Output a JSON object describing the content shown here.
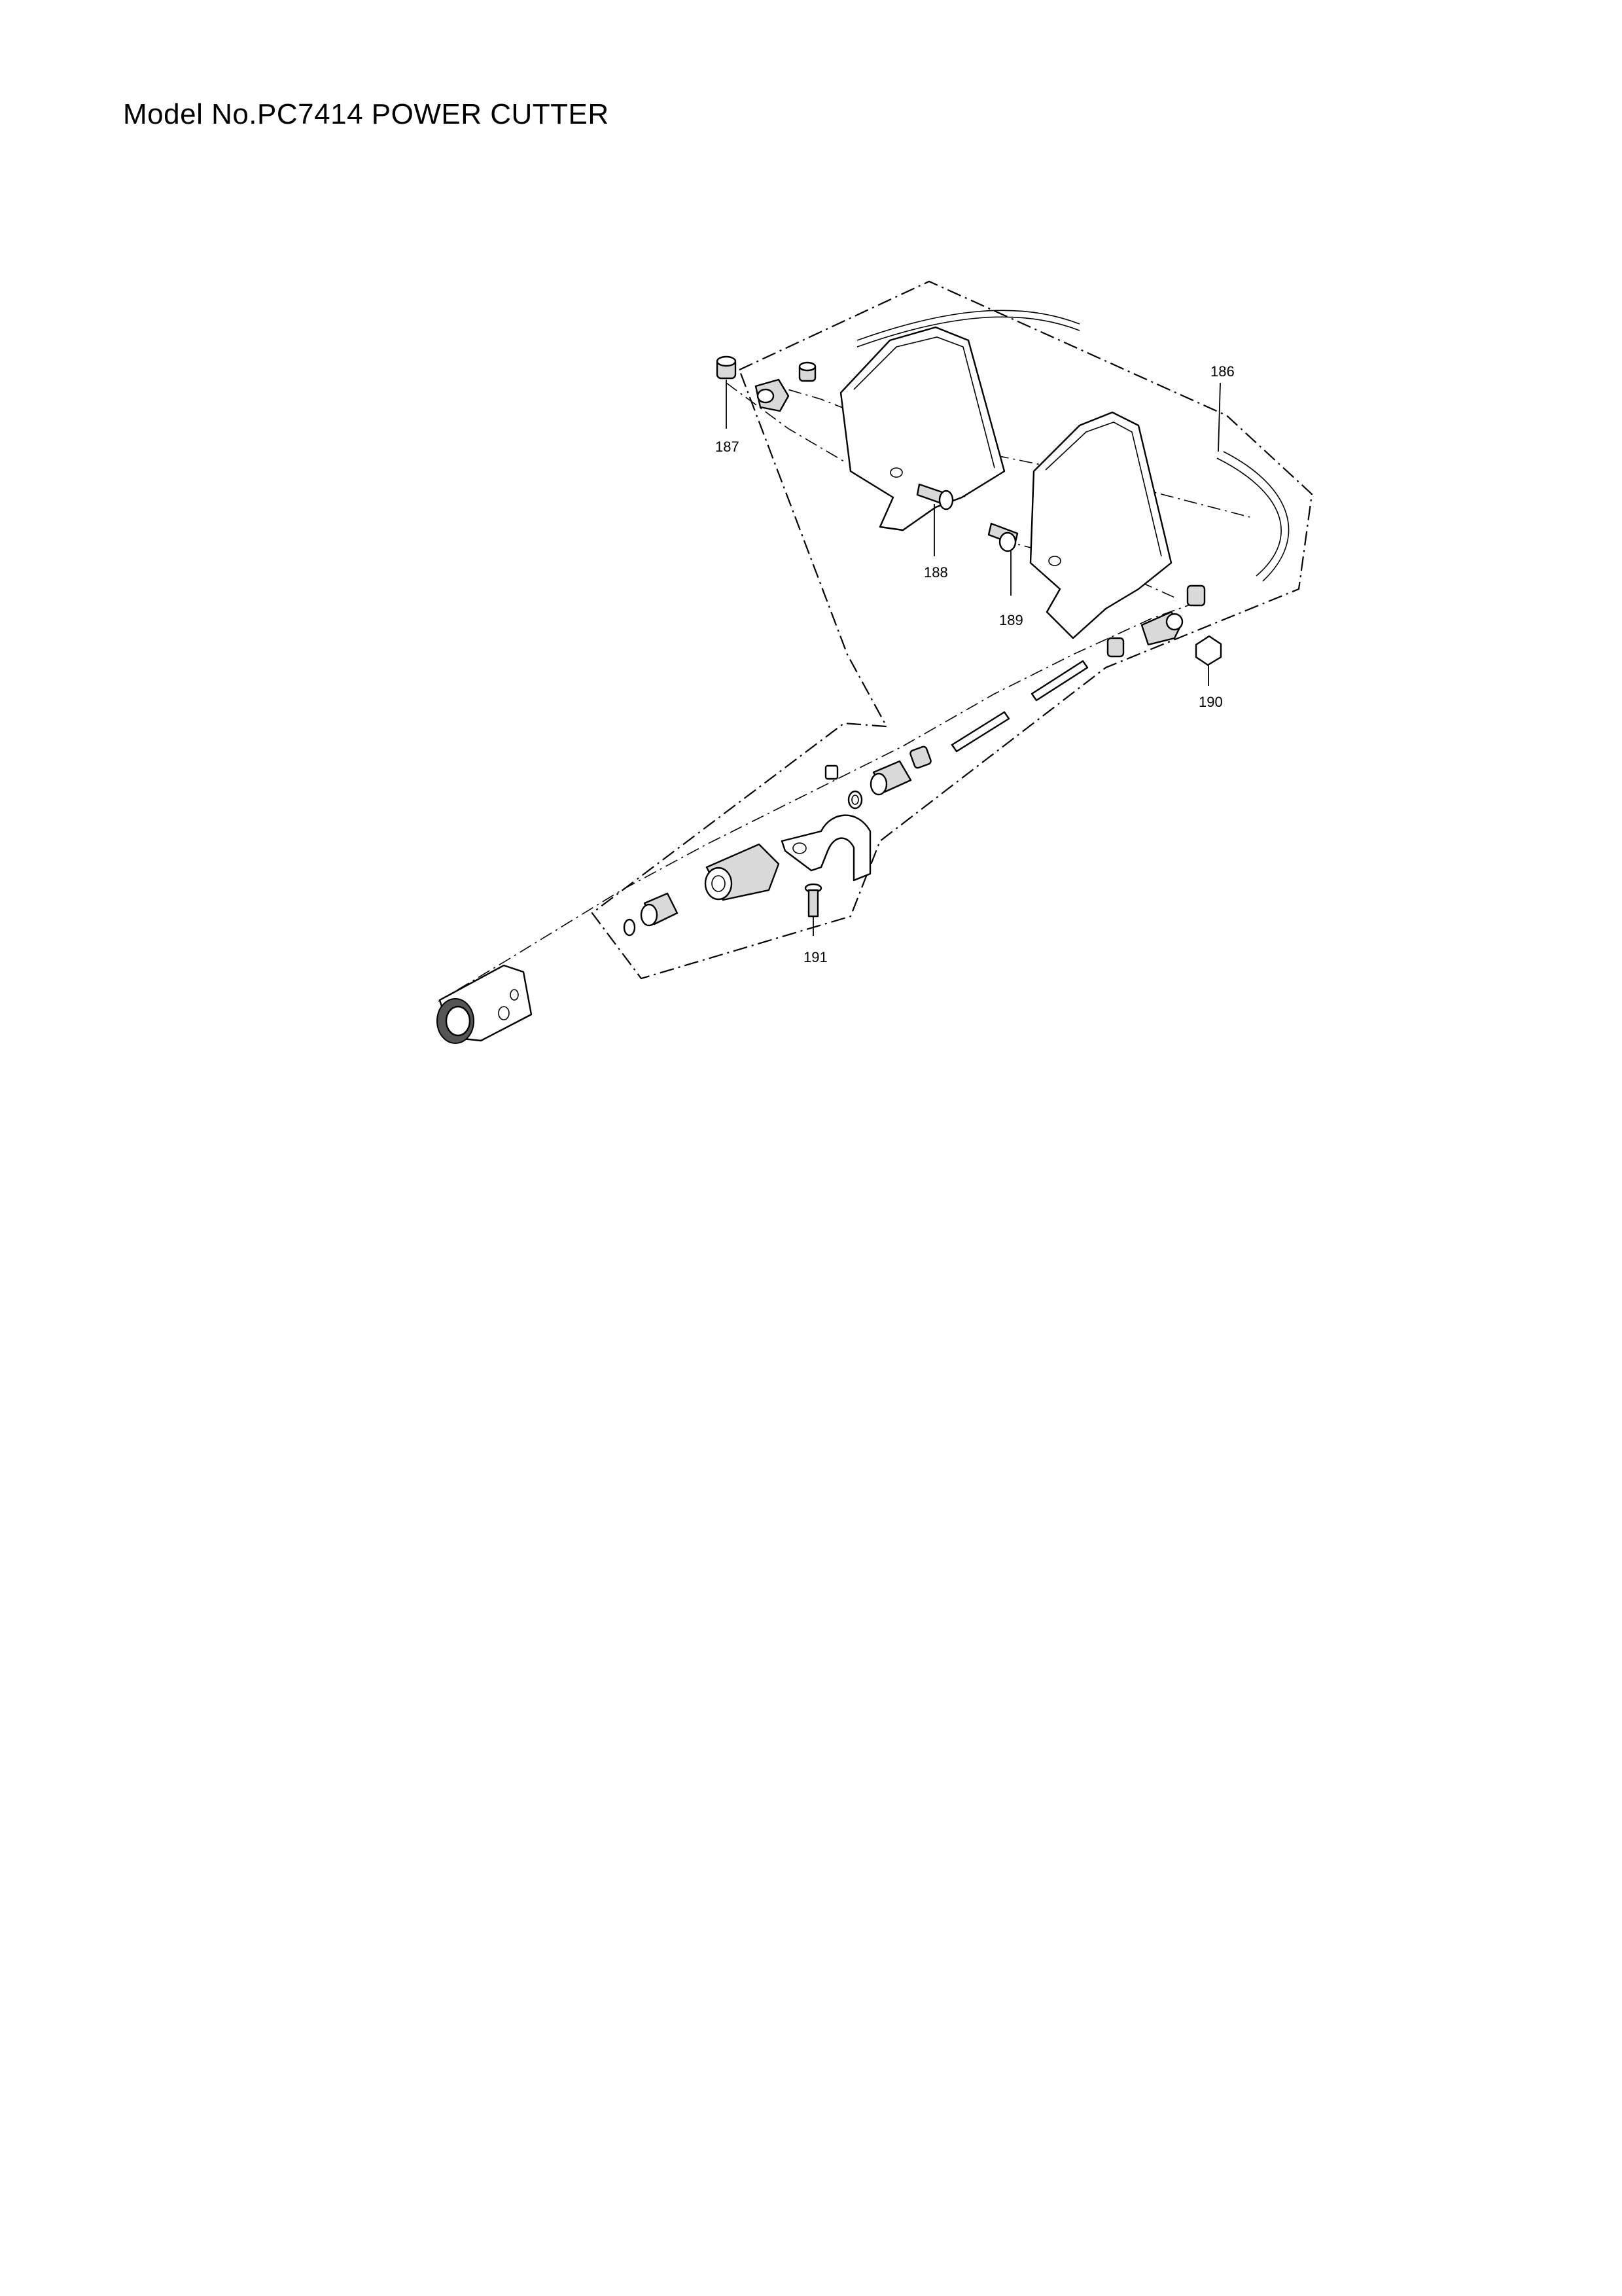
{
  "header": {
    "title": "Model No.PC7414 POWER CUTTER"
  },
  "callouts": [
    {
      "id": "186",
      "label": "186"
    },
    {
      "id": "187",
      "label": "187"
    },
    {
      "id": "188",
      "label": "188"
    },
    {
      "id": "189",
      "label": "189"
    },
    {
      "id": "190",
      "label": "190"
    },
    {
      "id": "191",
      "label": "191"
    }
  ]
}
